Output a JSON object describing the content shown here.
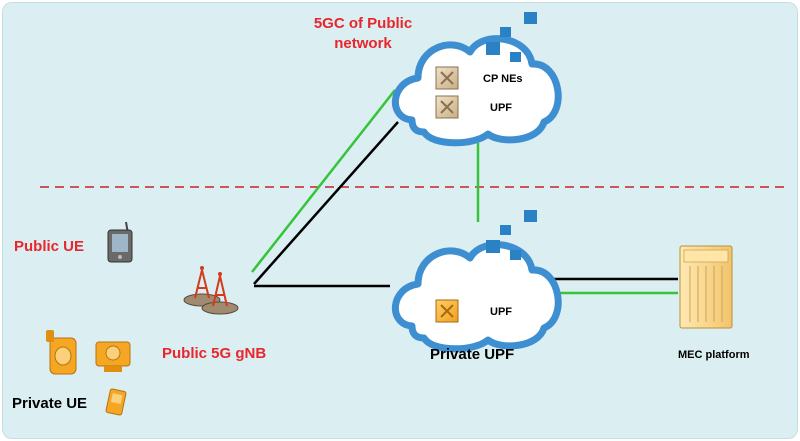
{
  "labels": {
    "public_core_title": "5GC of Public network",
    "cp_nes": "CP NEs",
    "public_upf": "UPF",
    "private_upf_inner": "UPF",
    "public_ue": "Public UE",
    "public_gnb": "Public 5G gNB",
    "private_upf": "Private UPF",
    "mec_platform": "MEC platform",
    "private_ue": "Private UE"
  },
  "colors": {
    "background": "#dbeef2",
    "cloud_stroke": "#3d8fd1",
    "square_fill": "#2a82c4",
    "divider": "#c8202a",
    "black_link": "#000000",
    "green_link": "#35c43a",
    "label_red": "#e8262c"
  }
}
